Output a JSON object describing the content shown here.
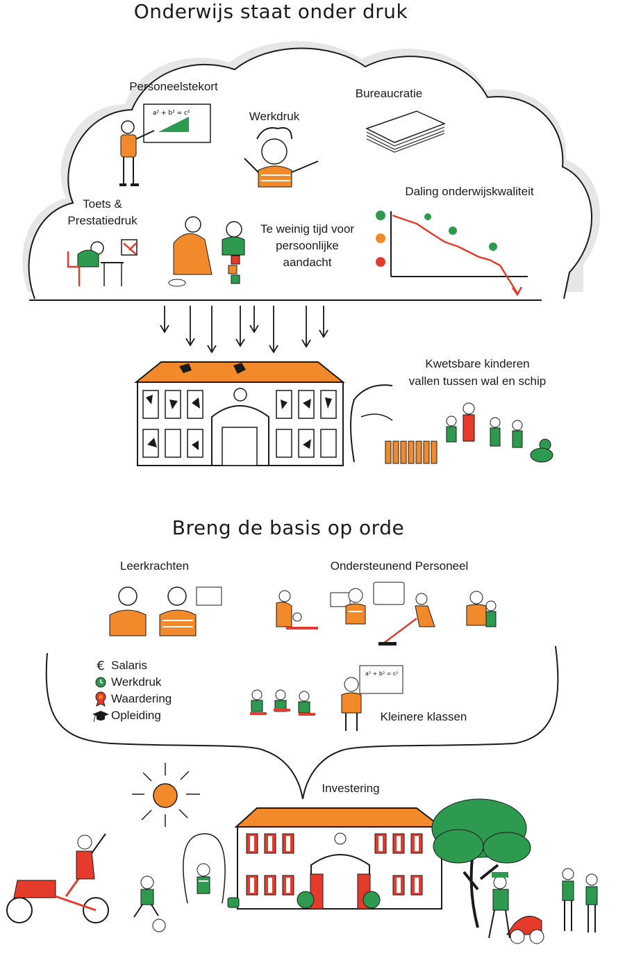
{
  "section1": {
    "title": "Onderwijs staat onder druk",
    "labels": {
      "personeelstekort": "Personeelstekort",
      "bureaucratie": "Bureaucratie",
      "werkdruk": "Werkdruk",
      "toets_line1": "Toets &",
      "toets_line2": "Prestatiedruk",
      "tijd_line1": "Te weinig tijd voor",
      "tijd_line2": "persoonlijke",
      "tijd_line3": "aandacht",
      "daling": "Daling onderwijskwaliteit",
      "kwetsbaar_line1": "Kwetsbare kinderen",
      "kwetsbaar_line2": "vallen tussen wal en schip"
    },
    "formula": "a² + b² = c²"
  },
  "section2": {
    "title": "Breng de basis op orde",
    "labels": {
      "leerkrachten": "Leerkrachten",
      "ondersteunend": "Ondersteunend Personeel",
      "kleinere_klassen": "Kleinere klassen",
      "investering": "Investering"
    },
    "legend": [
      {
        "icon": "euro-icon",
        "symbol": "€",
        "label": "Salaris"
      },
      {
        "icon": "clock-icon",
        "symbol": "",
        "label": "Werkdruk"
      },
      {
        "icon": "medal-icon",
        "symbol": "",
        "label": "Waardering"
      },
      {
        "icon": "graduation-cap-icon",
        "symbol": "",
        "label": "Opleiding"
      }
    ],
    "formula": "a² + b² = c²"
  },
  "colors": {
    "orange": "#f28a2c",
    "green": "#2e9a4f",
    "red": "#e53b2c",
    "ink": "#1a1a1a",
    "shadow": "#e4e4e4"
  }
}
